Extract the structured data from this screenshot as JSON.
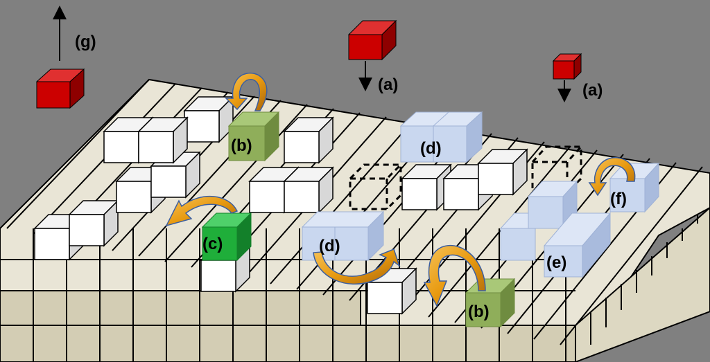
{
  "labels": {
    "g": "(g)",
    "a_large": "(a)",
    "a_small": "(a)",
    "b_top": "(b)",
    "b_bottom": "(b)",
    "c": "(c)",
    "d_top": "(d)",
    "d_mid": "(d)",
    "e": "(e)",
    "f": "(f)"
  },
  "colors": {
    "background": "#808080",
    "cell_top": "#e9e5d6",
    "cell_side": "#ddd8c2",
    "cell_front": "#d3cdb4",
    "white_block": "#ffffff",
    "red_block": "#cc0000",
    "green_light_block": "#8fae5a",
    "green_bright_block": "#1fae3a",
    "blue_block": "#c9d7ef",
    "arrow_orange": "#e89a10",
    "outline": "#000000"
  },
  "icons": [
    "up-arrow-icon",
    "down-arrow-icon",
    "curved-arrow-icon",
    "dashed-vacancy-icon"
  ]
}
